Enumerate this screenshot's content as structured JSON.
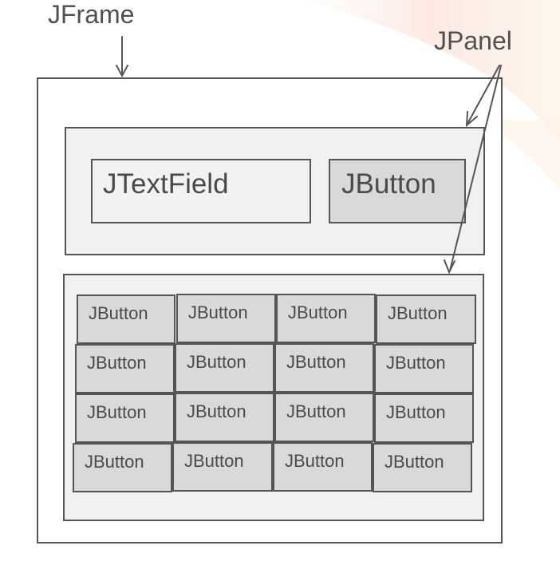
{
  "labels": {
    "frame": "JFrame",
    "panel": "JPanel"
  },
  "top_panel": {
    "text_field": "JTextField",
    "button": "JButton"
  },
  "grid_panel": {
    "buttons": [
      "JButton",
      "JButton",
      "JButton",
      "JButton",
      "JButton",
      "JButton",
      "JButton",
      "JButton",
      "JButton",
      "JButton",
      "JButton",
      "JButton",
      "JButton",
      "JButton",
      "JButton",
      "JButton"
    ]
  },
  "colors": {
    "outline": "#555555",
    "panel_fill": "#f1f1f1",
    "button_fill": "#d9d9d9"
  }
}
